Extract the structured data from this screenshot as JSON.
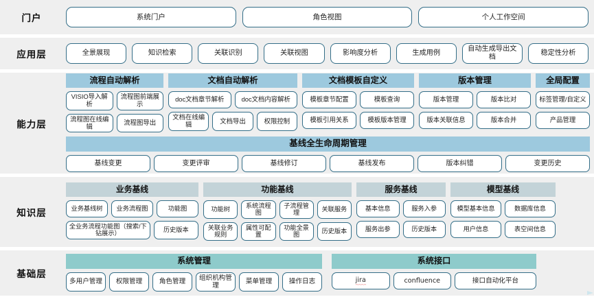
{
  "colors": {
    "band_bg": "#efefef",
    "pill_border": "#336d87",
    "header_blue": "#9dc9de",
    "header_gray_blue": "#c3d3d8",
    "header_teal": "#8ecbcb",
    "page_bg": "#ffffff",
    "spellcheck_underline": "#e03030"
  },
  "layers": [
    {
      "key": "portal",
      "label": "门户",
      "items": [
        "系统门户",
        "角色视图",
        "个人工作空间"
      ]
    },
    {
      "key": "application",
      "label": "应用层",
      "items": [
        "全景展现",
        "知识检索",
        "关联识别",
        "关联视图",
        "影响度分析",
        "生成用例",
        "自动生成导出文档",
        "稳定性分析"
      ]
    },
    {
      "key": "capability",
      "label": "能力层",
      "groups": [
        {
          "title": "流程自动解析",
          "rows": [
            [
              "VISIO导入解析",
              "流程图前端展示"
            ],
            [
              "流程图在线编辑",
              "流程图导出"
            ]
          ]
        },
        {
          "title": "文档自动解析",
          "rows": [
            [
              "doc文档章节解析",
              "doc文档内容解析"
            ],
            [
              "文档在线编辑",
              "文档导出",
              "权限控制"
            ]
          ]
        },
        {
          "title": "文档模板自定义",
          "rows": [
            [
              "模板章节配置",
              "模板查询"
            ],
            [
              "模板引用关系",
              "模板版本管理"
            ]
          ]
        },
        {
          "title": "版本管理",
          "rows": [
            [
              "版本管理",
              "版本比对"
            ],
            [
              "版本关联信息",
              "版本合并"
            ]
          ]
        },
        {
          "title": "全局配置",
          "rows": [
            [
              "标签管理/自定义"
            ],
            [
              "产品管理"
            ]
          ]
        }
      ],
      "lifecycle": {
        "title": "基线全生命周期管理",
        "items": [
          "基线变更",
          "变更评审",
          "基线修订",
          "基线发布",
          "版本纠错",
          "变更历史"
        ]
      }
    },
    {
      "key": "knowledge",
      "label": "知识层",
      "groups": [
        {
          "title": "业务基线",
          "rows": [
            [
              "业务基线树",
              "业务流程图",
              "功能图"
            ],
            [
              "全业务流程功能图（搜索/下钻展示）",
              "历史版本"
            ]
          ]
        },
        {
          "title": "功能基线",
          "rows": [
            [
              "功能树",
              "系统流程图",
              "子流程管理",
              "关联服务"
            ],
            [
              "关联业务规则",
              "属性可配置",
              "功能全景图",
              "历史版本"
            ]
          ]
        },
        {
          "title": "服务基线",
          "rows": [
            [
              "基本信息",
              "服务入参"
            ],
            [
              "服务出参",
              "历史版本"
            ]
          ]
        },
        {
          "title": "模型基线",
          "rows": [
            [
              "模型基本信息",
              "数据库信息"
            ],
            [
              "用户信息",
              "表空间信息"
            ]
          ]
        }
      ]
    },
    {
      "key": "foundation",
      "label": "基础层",
      "groups": [
        {
          "title": "系统管理",
          "rows": [
            [
              "多用户管理",
              "权限管理",
              "角色管理",
              "组织机构管理",
              "菜单管理",
              "操作日志"
            ]
          ]
        },
        {
          "title": "系统接口",
          "rows": [
            [
              "jira",
              "confluence",
              "接口自动化平台"
            ]
          ]
        }
      ]
    }
  ]
}
